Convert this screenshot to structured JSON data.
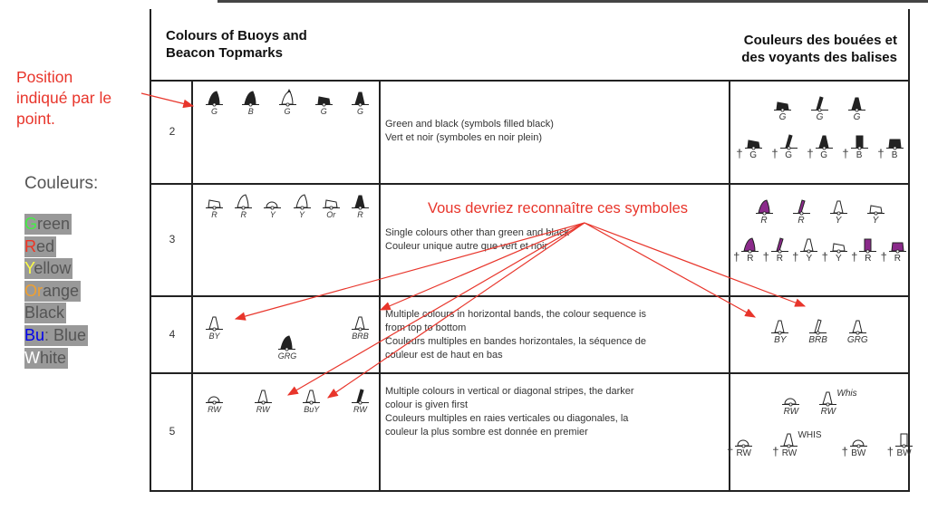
{
  "annotations": {
    "position_note": [
      "Position",
      "indiqué par le",
      "point."
    ],
    "colours_title": "Couleurs:",
    "legend": [
      {
        "code": "G",
        "rest": "reen",
        "color": "#44ee44"
      },
      {
        "code": "R",
        "rest": "ed",
        "color": "#ee3322"
      },
      {
        "code": "Y",
        "rest": "ellow",
        "color": "#ffff44"
      },
      {
        "code": "Or",
        "rest": "ange",
        "color": "#f0a030"
      },
      {
        "code": "B",
        "rest": "lack",
        "color": "#555555"
      },
      {
        "code": "Bu",
        "rest": ": Blue",
        "color": "#0000ee"
      },
      {
        "code": "W",
        "rest": "hite",
        "color": "#ffffff"
      }
    ],
    "recognise_hint": "Vous devriez reconnaître ces symboles",
    "accent": "#e8352b"
  },
  "header": {
    "left_title": [
      "Colours of Buoys and",
      "Beacon Topmarks"
    ],
    "right_title": [
      "Couleurs des bouées et",
      "des voyants des balises"
    ]
  },
  "rows": [
    {
      "num": "2",
      "desc": [
        "Green and black (symbols filled black)",
        "Vert et noir (symboles en noir plein)"
      ],
      "symbols": [
        {
          "l": "G",
          "s": "cone-filled"
        },
        {
          "l": "B",
          "s": "cone-filled"
        },
        {
          "l": "G",
          "s": "cone-topmark"
        },
        {
          "l": "G",
          "s": "can-filled"
        },
        {
          "l": "G",
          "s": "pillar-filled"
        }
      ],
      "right": [
        [
          {
            "l": "G",
            "s": "can-filled"
          },
          {
            "l": "G",
            "s": "spar-filled"
          },
          {
            "l": "G",
            "s": "pillar-filled"
          }
        ],
        [
          {
            "l": "G",
            "s": "can-filled",
            "c": true
          },
          {
            "l": "G",
            "s": "spar-filled",
            "c": true
          },
          {
            "l": "G",
            "s": "pillar-filled",
            "c": true
          },
          {
            "l": "B",
            "s": "tower-filled",
            "c": true
          },
          {
            "l": "B",
            "s": "barrel-filled",
            "c": true
          }
        ]
      ]
    },
    {
      "num": "3",
      "desc": [
        "Single colours other than green and black",
        "Couleur unique autre que vert et noir"
      ],
      "symbols": [
        {
          "l": "R",
          "s": "can-outline"
        },
        {
          "l": "R",
          "s": "cone-outline"
        },
        {
          "l": "Y",
          "s": "sphere-outline"
        },
        {
          "l": "Y",
          "s": "cone-outline"
        },
        {
          "l": "Or",
          "s": "can-outline"
        },
        {
          "l": "R",
          "s": "pillar-filled"
        }
      ],
      "right": [
        [
          {
            "l": "R",
            "s": "cone-purple"
          },
          {
            "l": "R",
            "s": "spar-purple"
          },
          {
            "l": "Y",
            "s": "pillar-outline"
          },
          {
            "l": "Y",
            "s": "can-outline"
          }
        ],
        [
          {
            "l": "R",
            "s": "cone-purple",
            "c": true
          },
          {
            "l": "R",
            "s": "spar-purple",
            "c": true
          },
          {
            "l": "Y",
            "s": "pillar-outline",
            "c": true
          },
          {
            "l": "Y",
            "s": "can-outline",
            "c": true
          },
          {
            "l": "R",
            "s": "tower-purple",
            "c": true
          },
          {
            "l": "R",
            "s": "barrel-purple",
            "c": true
          }
        ]
      ]
    },
    {
      "num": "4",
      "desc": [
        "Multiple colours in horizontal bands, the colour sequence is",
        "from top to bottom",
        "Couleurs multiples en bandes horizontales, la séquence de",
        "couleur est de haut en bas"
      ],
      "symbols": [
        {
          "l": "BY",
          "s": "pillar-outline"
        },
        {
          "l": "GRG",
          "s": "cone-filled"
        },
        {
          "l": "BRB",
          "s": "pillar-outline"
        }
      ],
      "right": [
        [
          {
            "l": "BY",
            "s": "pillar-outline"
          },
          {
            "l": "BRB",
            "s": "spar-outline"
          },
          {
            "l": "GRG",
            "s": "pillar-outline"
          }
        ]
      ]
    },
    {
      "num": "5",
      "desc": [
        "Multiple colours in vertical or diagonal stripes, the darker",
        "colour is given first",
        "Couleurs multiples en raies verticales ou diagonales, la",
        "couleur la plus sombre est donnée en premier"
      ],
      "symbols": [
        {
          "l": "RW",
          "s": "sphere-outline"
        },
        {
          "l": "RW",
          "s": "pillar-outline"
        },
        {
          "l": "BuY",
          "s": "pillar-outline"
        },
        {
          "l": "RW",
          "s": "spar-filled"
        }
      ],
      "right": [
        [
          {
            "l": "RW",
            "s": "sphere-outline"
          },
          {
            "l": "RW",
            "s": "pillar-outline",
            "t": "Whis"
          }
        ],
        [
          {
            "l": "RW",
            "s": "sphere-outline",
            "c": true
          },
          {
            "l": "RW",
            "s": "pillar-outline",
            "c": true,
            "t": "WHIS"
          },
          {
            "l": "BW",
            "s": "sphere-outline",
            "c": true
          },
          {
            "l": "BW",
            "s": "tower-outline",
            "c": true
          }
        ]
      ]
    }
  ]
}
